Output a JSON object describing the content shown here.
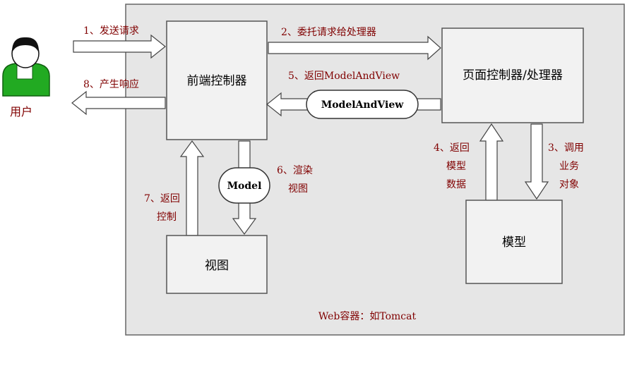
{
  "user": {
    "label": "用户"
  },
  "container": {
    "label": "Web容器：如Tomcat"
  },
  "boxes": {
    "front_controller": "前端控制器",
    "page_controller": "页面控制器/处理器",
    "view": "视图",
    "model": "模型"
  },
  "pills": {
    "model_and_view": "ModelAndView",
    "model": "Model"
  },
  "steps": {
    "s1": "1、发送请求",
    "s2": "2、委托请求给处理器",
    "s3": [
      "3、调用",
      "业务",
      "对象"
    ],
    "s4": [
      "4、返回",
      "模型",
      "数据"
    ],
    "s5": "5、返回ModelAndView",
    "s6": [
      "6、渲染",
      "视图"
    ],
    "s7": [
      "7、返回",
      "控制"
    ],
    "s8": "8、产生响应"
  },
  "colors": {
    "step_text": "#800000",
    "box_fill": "#f2f2f2",
    "container_fill": "#e6e6e6",
    "user_body": "#22aa22"
  }
}
